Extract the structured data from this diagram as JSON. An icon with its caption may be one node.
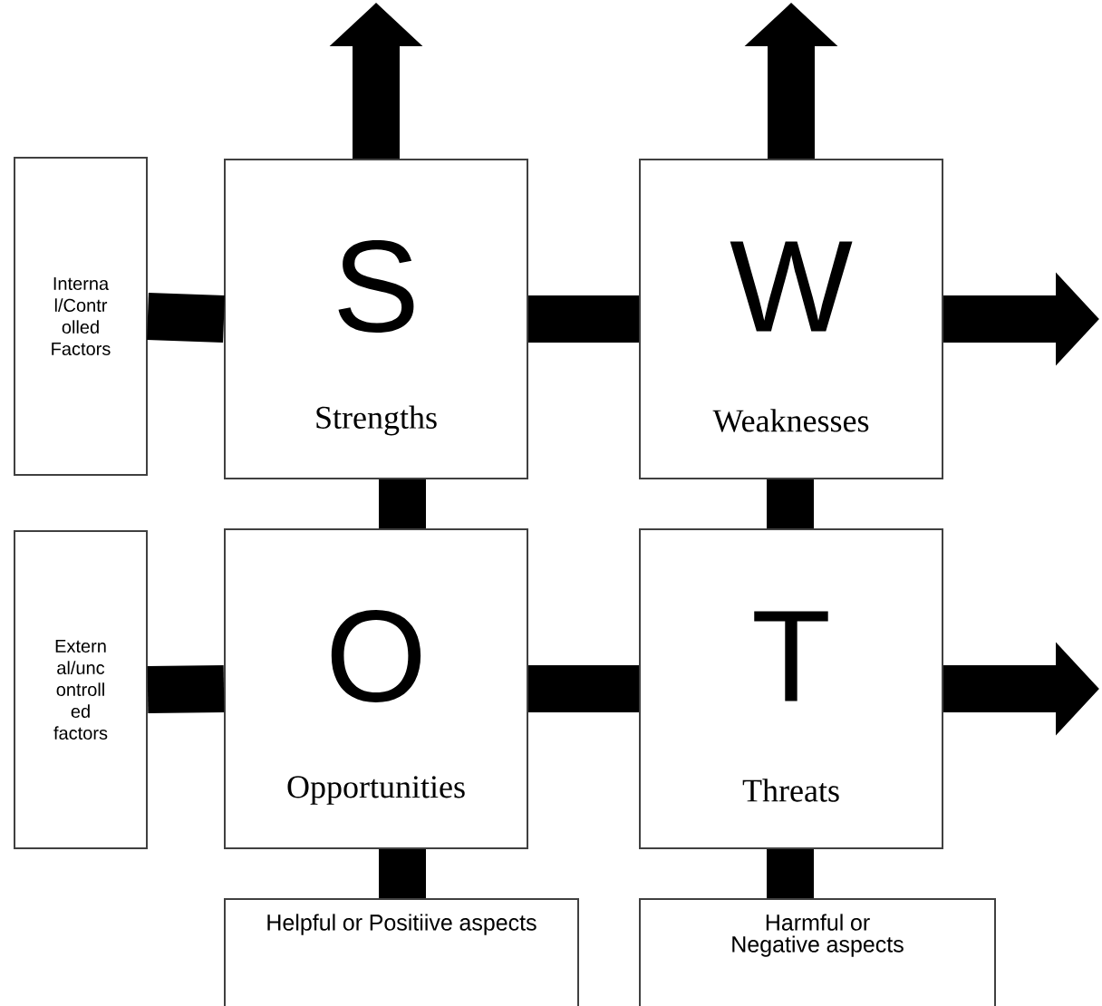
{
  "diagram": {
    "nodes": [
      {
        "text": [
          "Interna l/Contr olled Factors"
        ]
      },
      {
        "text": [
          "S",
          "Strengths"
        ]
      },
      {
        "text": [
          "W",
          "Weaknesses"
        ]
      },
      {
        "text": [
          "Extern al/unc ontroll ed factors"
        ]
      },
      {
        "text": [
          "O",
          "Opportunities"
        ]
      },
      {
        "text": [
          "T",
          "Threats"
        ]
      },
      {
        "text": [
          "Helpful or Positiive aspects"
        ]
      },
      {
        "text": [
          "Harmful or Negative aspects"
        ]
      }
    ],
    "edges": [
      {
        "from": 0,
        "to": 1,
        "arrow": "none"
      },
      {
        "from": 1,
        "to": 2,
        "arrow": "none"
      },
      {
        "from": 1,
        "to": null,
        "arrow": "to"
      },
      {
        "from": 2,
        "to": null,
        "arrow": "to"
      },
      {
        "from": 2,
        "to": null,
        "arrow": "to"
      },
      {
        "from": 1,
        "to": 4,
        "arrow": "none"
      },
      {
        "from": 2,
        "to": 5,
        "arrow": "none"
      },
      {
        "from": 3,
        "to": 4,
        "arrow": "none"
      },
      {
        "from": 4,
        "to": 5,
        "arrow": "none"
      },
      {
        "from": 5,
        "to": null,
        "arrow": "to"
      },
      {
        "from": 4,
        "to": 6,
        "arrow": "none"
      },
      {
        "from": 5,
        "to": 7,
        "arrow": "none"
      }
    ]
  }
}
